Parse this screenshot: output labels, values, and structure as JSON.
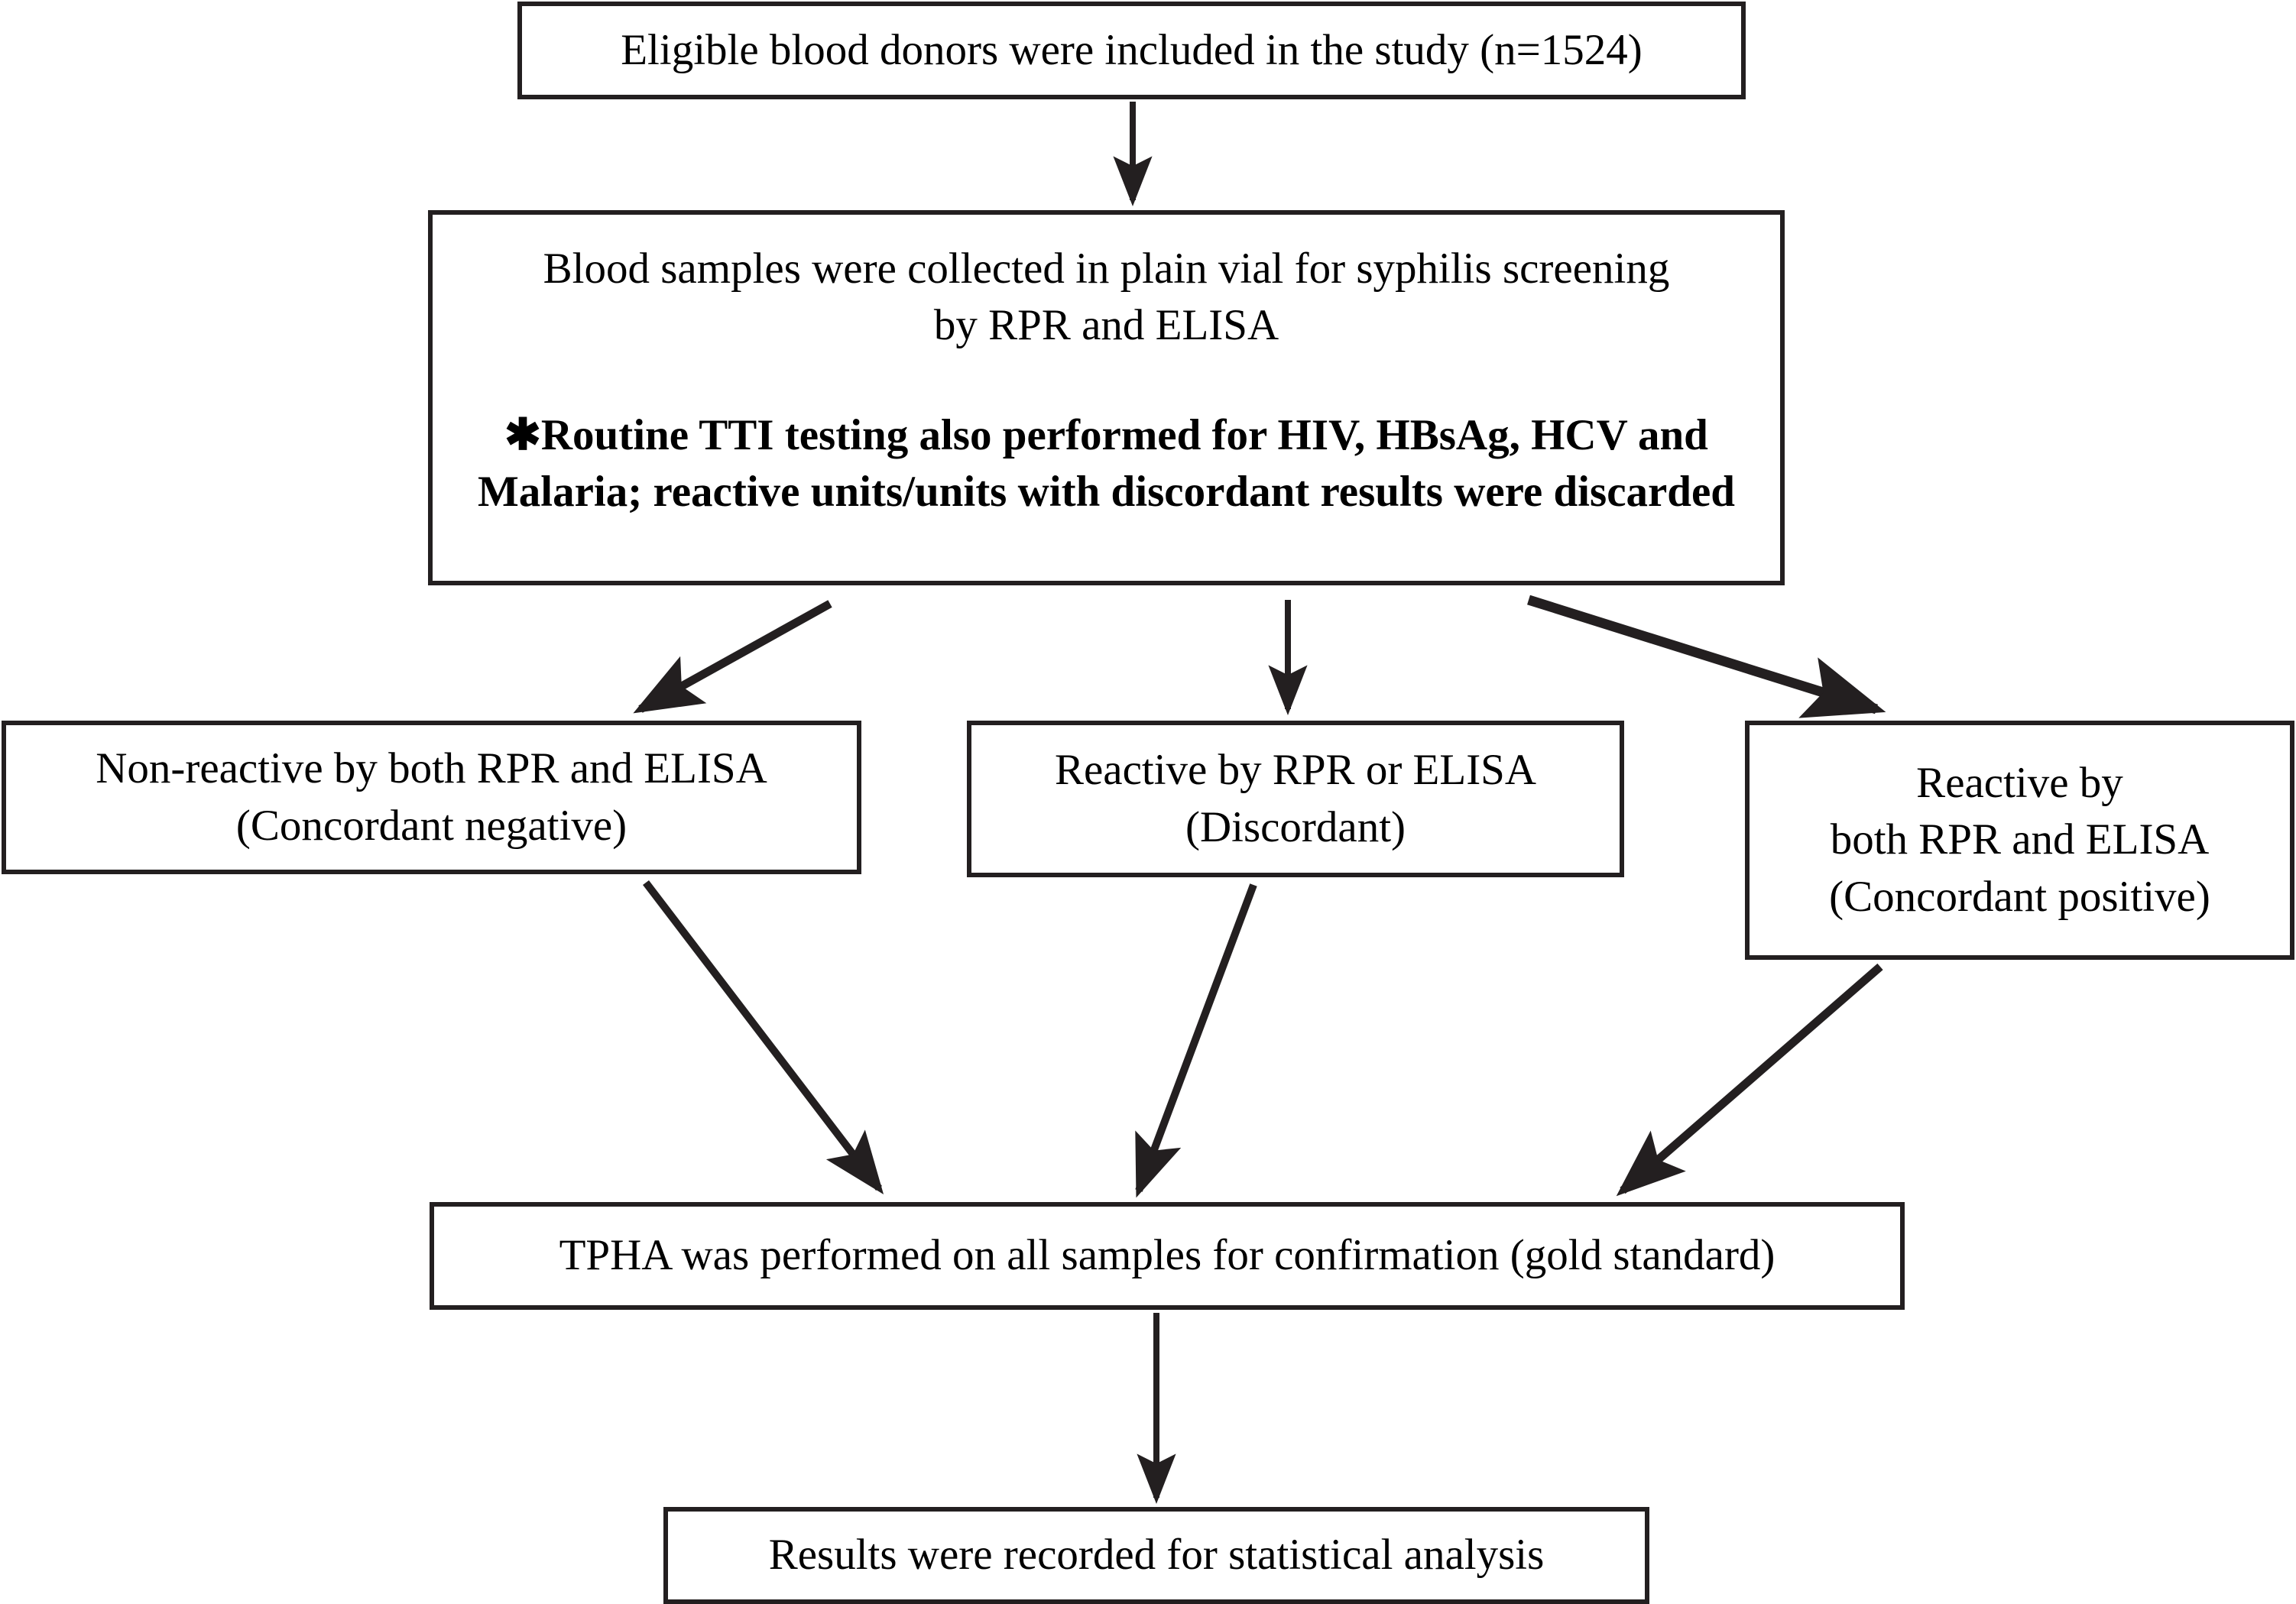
{
  "figure": {
    "type": "flowchart",
    "orientation": "top-to-bottom",
    "background_color": "#ffffff",
    "line_color": "#231f20",
    "text_color": "#000000"
  },
  "nodes": {
    "eligible_donors": {
      "id": "eligible-donors",
      "lines": [
        "Eligible blood donors were included in the study (n=1524)"
      ]
    },
    "blood_samples": {
      "id": "blood-samples",
      "lines": [
        "Blood samples were collected in plain vial for syphilis screening",
        "by RPR and ELISA"
      ],
      "note_lines": [
        "✱Routine TTI testing also performed for HIV, HBsAg, HCV and",
        "Malaria; reactive units/units with discordant results were discarded"
      ]
    },
    "nonreactive": {
      "id": "nonreactive",
      "lines": [
        "Non-reactive by both RPR and ELISA",
        "(Concordant negative)"
      ]
    },
    "discordant": {
      "id": "discordant",
      "lines": [
        "Reactive by RPR or ELISA",
        "(Discordant)"
      ]
    },
    "concordant_positive": {
      "id": "concordant-positive",
      "lines": [
        "Reactive by",
        "both RPR and ELISA",
        "(Concordant positive)"
      ]
    },
    "tpha": {
      "id": "tpha",
      "lines": [
        "TPHA was performed on all samples for confirmation (gold standard)"
      ]
    },
    "results": {
      "id": "results",
      "lines": [
        "Results were recorded for statistical analysis"
      ]
    }
  },
  "edges": [
    {
      "from": "eligible_donors",
      "to": "blood_samples",
      "style": "straight-down"
    },
    {
      "from": "blood_samples",
      "to": "nonreactive",
      "style": "diagonal-left"
    },
    {
      "from": "blood_samples",
      "to": "discordant",
      "style": "straight-down"
    },
    {
      "from": "blood_samples",
      "to": "concordant_positive",
      "style": "diagonal-right"
    },
    {
      "from": "nonreactive",
      "to": "tpha",
      "style": "diagonal-right"
    },
    {
      "from": "discordant",
      "to": "tpha",
      "style": "diagonal-left"
    },
    {
      "from": "concordant_positive",
      "to": "tpha",
      "style": "diagonal-left"
    },
    {
      "from": "tpha",
      "to": "results",
      "style": "straight-down"
    }
  ]
}
